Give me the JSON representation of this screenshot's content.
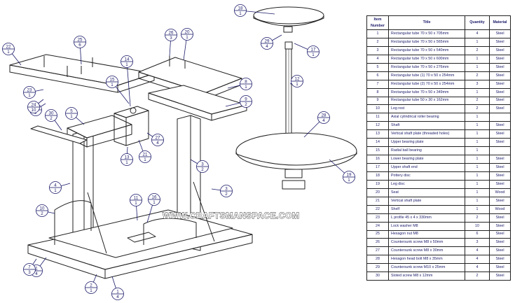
{
  "watermark": "WWW.CRAFTSMANSPACE.COM",
  "table": {
    "headers": [
      "Item Number",
      "Title",
      "Quantity",
      "Material"
    ],
    "rows": [
      [
        "1",
        "Rectangular tube 70 x 50 x 705mm",
        "4",
        "Steel"
      ],
      [
        "2",
        "Rectangular tube 70 x 50 x 565mm",
        "1",
        "Steel"
      ],
      [
        "3",
        "Rectangular tube 70 x 50 x 540mm",
        "2",
        "Steel"
      ],
      [
        "4",
        "Rectangular tube 70 x 50 x 600mm",
        "1",
        "Steel"
      ],
      [
        "5",
        "Rectangular tube 70 x 50 x 276mm",
        "1",
        "Steel"
      ],
      [
        "6",
        "Rectangular tube (1) 70 x 50 x 254mm",
        "2",
        "Steel"
      ],
      [
        "7",
        "Rectangular tube (2) 70 x 50 x 254mm",
        "3",
        "Steel"
      ],
      [
        "8",
        "Rectangular tube 70 x 50 x 349mm",
        "1",
        "Steel"
      ],
      [
        "9",
        "Rectangular tube 50 x 30 x 162mm",
        "2",
        "Steel"
      ],
      [
        "10",
        "Leg rest",
        "2",
        "Steel"
      ],
      [
        "11",
        "Axial cylindrical roller bearing",
        "1",
        ""
      ],
      [
        "12",
        "Shaft",
        "1",
        "Steel"
      ],
      [
        "13",
        "Vertical shaft plate (threaded holes)",
        "1",
        "Steel"
      ],
      [
        "14",
        "Upper bearing plate",
        "1",
        "Steel"
      ],
      [
        "15",
        "Radial ball bearing",
        "1",
        ""
      ],
      [
        "16",
        "Lower bearing plate",
        "1",
        "Steel"
      ],
      [
        "17",
        "Upper shaft end",
        "1",
        "Steel"
      ],
      [
        "18",
        "Pottery disc",
        "1",
        "Steel"
      ],
      [
        "19",
        "Leg disc",
        "1",
        "Steel"
      ],
      [
        "20",
        "Seat",
        "1",
        "Wood"
      ],
      [
        "21",
        "Vertical shaft plate",
        "1",
        "Steel"
      ],
      [
        "22",
        "Shelf",
        "1",
        "Wood"
      ],
      [
        "23",
        "L profile 45 x 4 x 330mm",
        "2",
        "Steel"
      ],
      [
        "24",
        "Lock washer M8",
        "10",
        "Steel"
      ],
      [
        "25",
        "Hexagon nut M8",
        "6",
        "Steel"
      ],
      [
        "26",
        "Countersunk screw M8 x 50mm",
        "3",
        "Steel"
      ],
      [
        "27",
        "Countersunk screw M8 x 30mm",
        "4",
        "Steel"
      ],
      [
        "28",
        "Hexagon head bolt M8 x 35mm",
        "4",
        "Steel"
      ],
      [
        "29",
        "Countersunk screw M10 x 25mm",
        "4",
        "Steel"
      ],
      [
        "30",
        "Sloted screw M8 x 12mm",
        "2",
        "Steel"
      ]
    ]
  },
  "callouts": [
    {
      "item": "1",
      "qty": "4"
    },
    {
      "item": "1",
      "qty": "4"
    },
    {
      "item": "2",
      "qty": "1"
    },
    {
      "item": "3",
      "qty": "2"
    },
    {
      "item": "3",
      "qty": "2"
    },
    {
      "item": "4",
      "qty": "1"
    },
    {
      "item": "5",
      "qty": "1"
    },
    {
      "item": "6",
      "qty": "2"
    },
    {
      "item": "7",
      "qty": "3"
    },
    {
      "item": "8",
      "qty": "1"
    },
    {
      "item": "9",
      "qty": "2"
    },
    {
      "item": "10",
      "qty": "2"
    },
    {
      "item": "11",
      "qty": "1"
    },
    {
      "item": "12",
      "qty": "1"
    },
    {
      "item": "13",
      "qty": "1"
    },
    {
      "item": "14",
      "qty": "1"
    },
    {
      "item": "15",
      "qty": "1"
    },
    {
      "item": "16",
      "qty": "1"
    },
    {
      "item": "17",
      "qty": "1"
    },
    {
      "item": "18",
      "qty": "1"
    },
    {
      "item": "19",
      "qty": "1"
    },
    {
      "item": "20",
      "qty": "1"
    },
    {
      "item": "21",
      "qty": "1"
    },
    {
      "item": "22",
      "qty": "1"
    },
    {
      "item": "23",
      "qty": "1"
    },
    {
      "item": "24",
      "qty": "10"
    },
    {
      "item": "25",
      "qty": "6"
    },
    {
      "item": "26",
      "qty": "3"
    },
    {
      "item": "27",
      "qty": "4"
    },
    {
      "item": "28",
      "qty": "4"
    },
    {
      "item": "29",
      "qty": "4"
    },
    {
      "item": "30",
      "qty": "2"
    }
  ]
}
